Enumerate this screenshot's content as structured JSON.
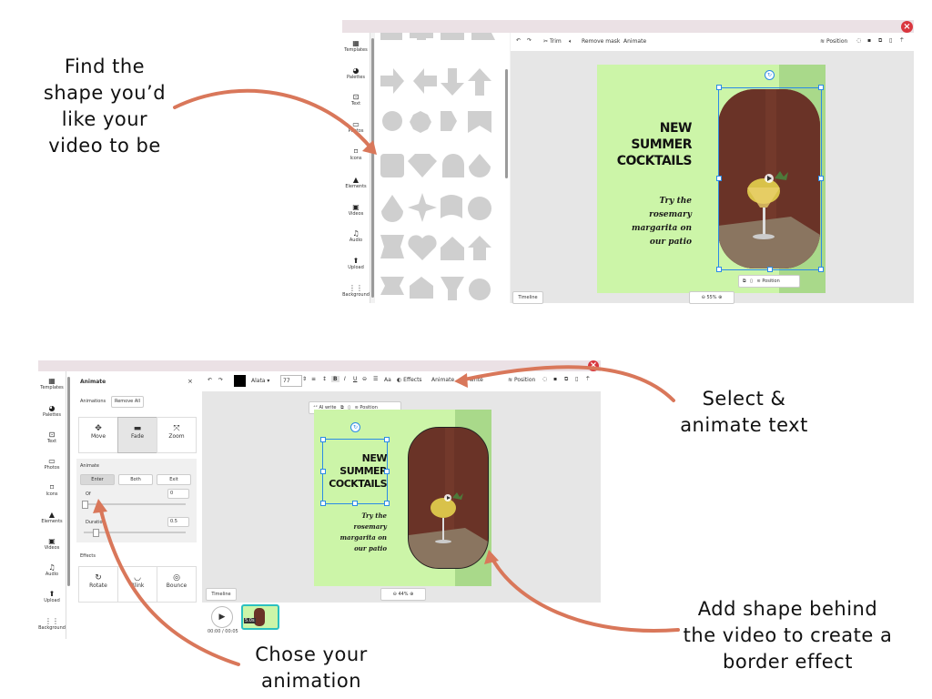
{
  "callouts": {
    "find_shape": [
      "Find the",
      "shape you’d",
      "like your",
      "video to be"
    ],
    "select_animate": [
      "Select &",
      "animate text"
    ],
    "add_shape": [
      "Add shape behind",
      "the video to create a",
      "border effect"
    ],
    "chose_animation": [
      "Chose your",
      "animation"
    ]
  },
  "sidebar": {
    "items": [
      {
        "label": "Templates",
        "icon": "templates-icon"
      },
      {
        "label": "Palettes",
        "icon": "palette-icon"
      },
      {
        "label": "Text",
        "icon": "text-icon"
      },
      {
        "label": "Photos",
        "icon": "photo-icon"
      },
      {
        "label": "Icons",
        "icon": "icons-icon"
      },
      {
        "label": "Elements",
        "icon": "elements-icon"
      },
      {
        "label": "Videos",
        "icon": "video-icon"
      },
      {
        "label": "Audio",
        "icon": "audio-icon"
      },
      {
        "label": "Upload",
        "icon": "upload-icon"
      },
      {
        "label": "Background",
        "icon": "background-icon"
      }
    ]
  },
  "top_editor": {
    "toolbar": {
      "trim": "Trim",
      "remove_mask": "Remove mask",
      "animate": "Animate",
      "position": "Position"
    },
    "design": {
      "headline": [
        "NEW",
        "SUMMER",
        "COCKTAILS"
      ],
      "subtext": [
        "Try the",
        "rosemary",
        "margarita on",
        "our patio"
      ]
    },
    "selection_toolbar": {
      "position": "Position"
    },
    "timeline_label": "Timeline",
    "zoom": "55%"
  },
  "bottom_editor": {
    "toolbar": {
      "font": "Alata",
      "font_size": "77",
      "effects": "Effects",
      "animate": "Animate",
      "ai_write": "AI write",
      "position": "Position"
    },
    "floating_toolbar": {
      "ai_write": "AI write",
      "position": "Position"
    },
    "animate_panel": {
      "title": "Animate",
      "animations_label": "Animations",
      "remove_all": "Remove All",
      "types": [
        "Move",
        "Fade",
        "Zoom"
      ],
      "section_label": "Animate",
      "modes": [
        "Enter",
        "Both",
        "Exit"
      ],
      "offset_label": "Of",
      "offset_value": "0",
      "duration_label": "Duratio",
      "duration_value": "0.5",
      "effects_label": "Effects",
      "effects": [
        "Rotate",
        "Blink",
        "Bounce"
      ]
    },
    "timeline_label": "Timeline",
    "zoom": "44%",
    "time": "00:00 / 00:05",
    "clip_label": "5.0s"
  },
  "colors": {
    "arrow": "#d9775a",
    "design_bg": "#ccf5a8",
    "accent_blue": "#2b8be6",
    "close_red": "#d9363e"
  }
}
